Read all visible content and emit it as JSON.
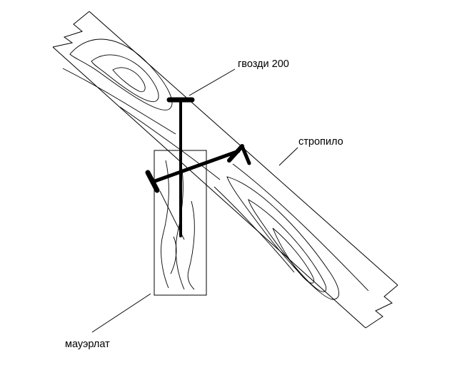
{
  "diagram": {
    "labels": {
      "nails": "гвозди 200",
      "rafter": "стропило",
      "mauerlat": "мауэрлат"
    },
    "colors": {
      "line": "#000000",
      "background": "#ffffff"
    }
  }
}
